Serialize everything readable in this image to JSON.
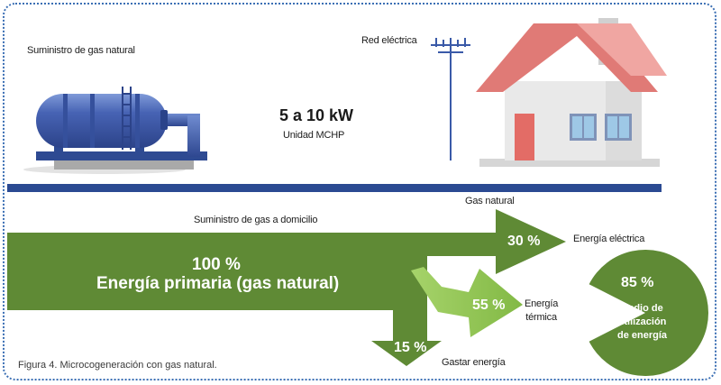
{
  "labels": {
    "gas_supply": "Suministro de gas natural",
    "grid": "Red eléctrica",
    "power_range": "5 a 10 kW",
    "unit": "Unidad MCHP",
    "gas_natural": "Gas natural",
    "home_gas_supply": "Suministro de gas a domicilio",
    "electric_energy": "Energía eléctrica",
    "thermal_energy_line1": "Energía",
    "thermal_energy_line2": "térmica",
    "spent_energy": "Gastar energía",
    "caption": "Figura 4. Microcogeneración con gas natural."
  },
  "flow": {
    "primary_percent": "100 %",
    "primary_label": "Energía primaria (gas natural)",
    "electric_percent": "30 %",
    "thermal_percent": "55 %",
    "loss_percent": "15 %"
  },
  "utilization": {
    "percent": "85 %",
    "line1": "Radio de",
    "line2": "utilización",
    "line3": "de energía",
    "fraction": 0.85
  },
  "colors": {
    "dark_green": "#5f8a35",
    "light_green": "#8cc152",
    "tank_blue": "#3d57a6",
    "pipe_blue": "#2b4a92",
    "roof": "#e07a76",
    "wall": "#e9e9e9",
    "door": "#e36c66",
    "window": "#9ec8e6"
  }
}
